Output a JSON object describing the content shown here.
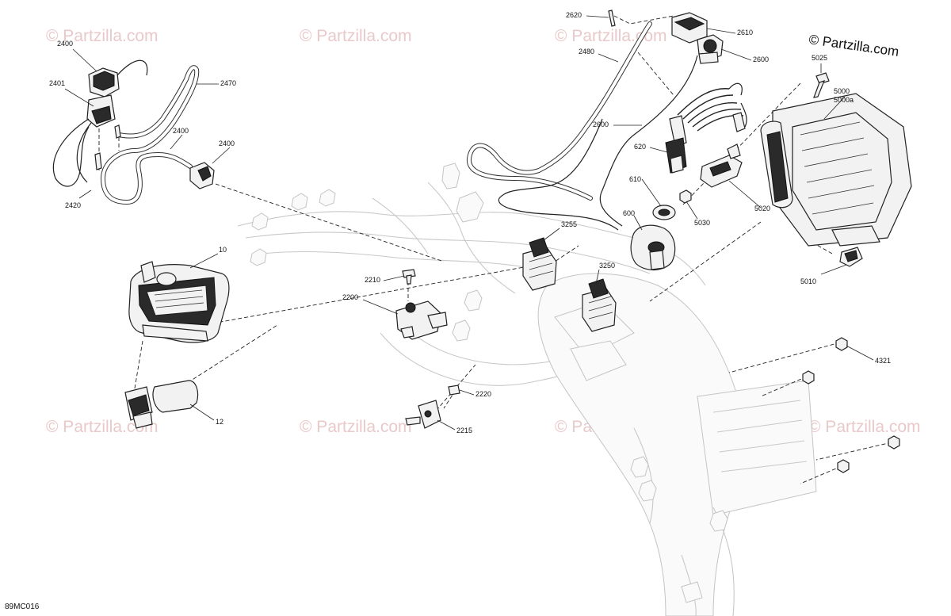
{
  "watermark": {
    "text": "© Partzilla.com",
    "brand_text": "© Partzilla.com"
  },
  "diagram_code": "89MC016",
  "parts": {
    "p2400a": "2400",
    "p2401": "2401",
    "p2470": "2470",
    "p2400b": "2400",
    "p2400c": "2400",
    "p2420": "2420",
    "p10": "10",
    "p12": "12",
    "p2620": "2620",
    "p2480": "2480",
    "p2610": "2610",
    "p2600a": "2600",
    "p2600b": "2600",
    "p620": "620",
    "p610": "610",
    "p600": "600",
    "p5025": "5025",
    "p5000": "5000",
    "p5000a": "5000a",
    "p5020": "5020",
    "p5030": "5030",
    "p5010": "5010",
    "p3255": "3255",
    "p3250": "3250",
    "p2210": "2210",
    "p2200": "2200",
    "p2220": "2220",
    "p2215": "2215",
    "p4321": "4321"
  }
}
